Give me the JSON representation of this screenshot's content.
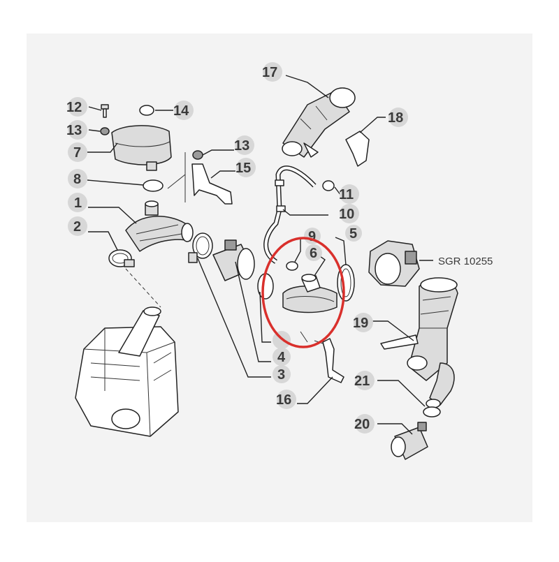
{
  "labels": {
    "l1": "1",
    "l2": "2",
    "l3": "3",
    "l4": "4",
    "l5": "5",
    "l6": "6",
    "l7": "7",
    "l8": "8",
    "l9": "9",
    "l10": "10",
    "l11": "11",
    "l12": "12",
    "l13a": "13",
    "l13b": "13",
    "l14": "14",
    "l15": "15",
    "l16": "16",
    "l17": "17",
    "l18": "18",
    "l19": "19",
    "l20": "20",
    "l21": "21"
  },
  "reference_code": "SGR 10255",
  "colors": {
    "highlight": "#d9302c",
    "panel": "#f3f3f3",
    "badge": "#d7d7d7"
  }
}
